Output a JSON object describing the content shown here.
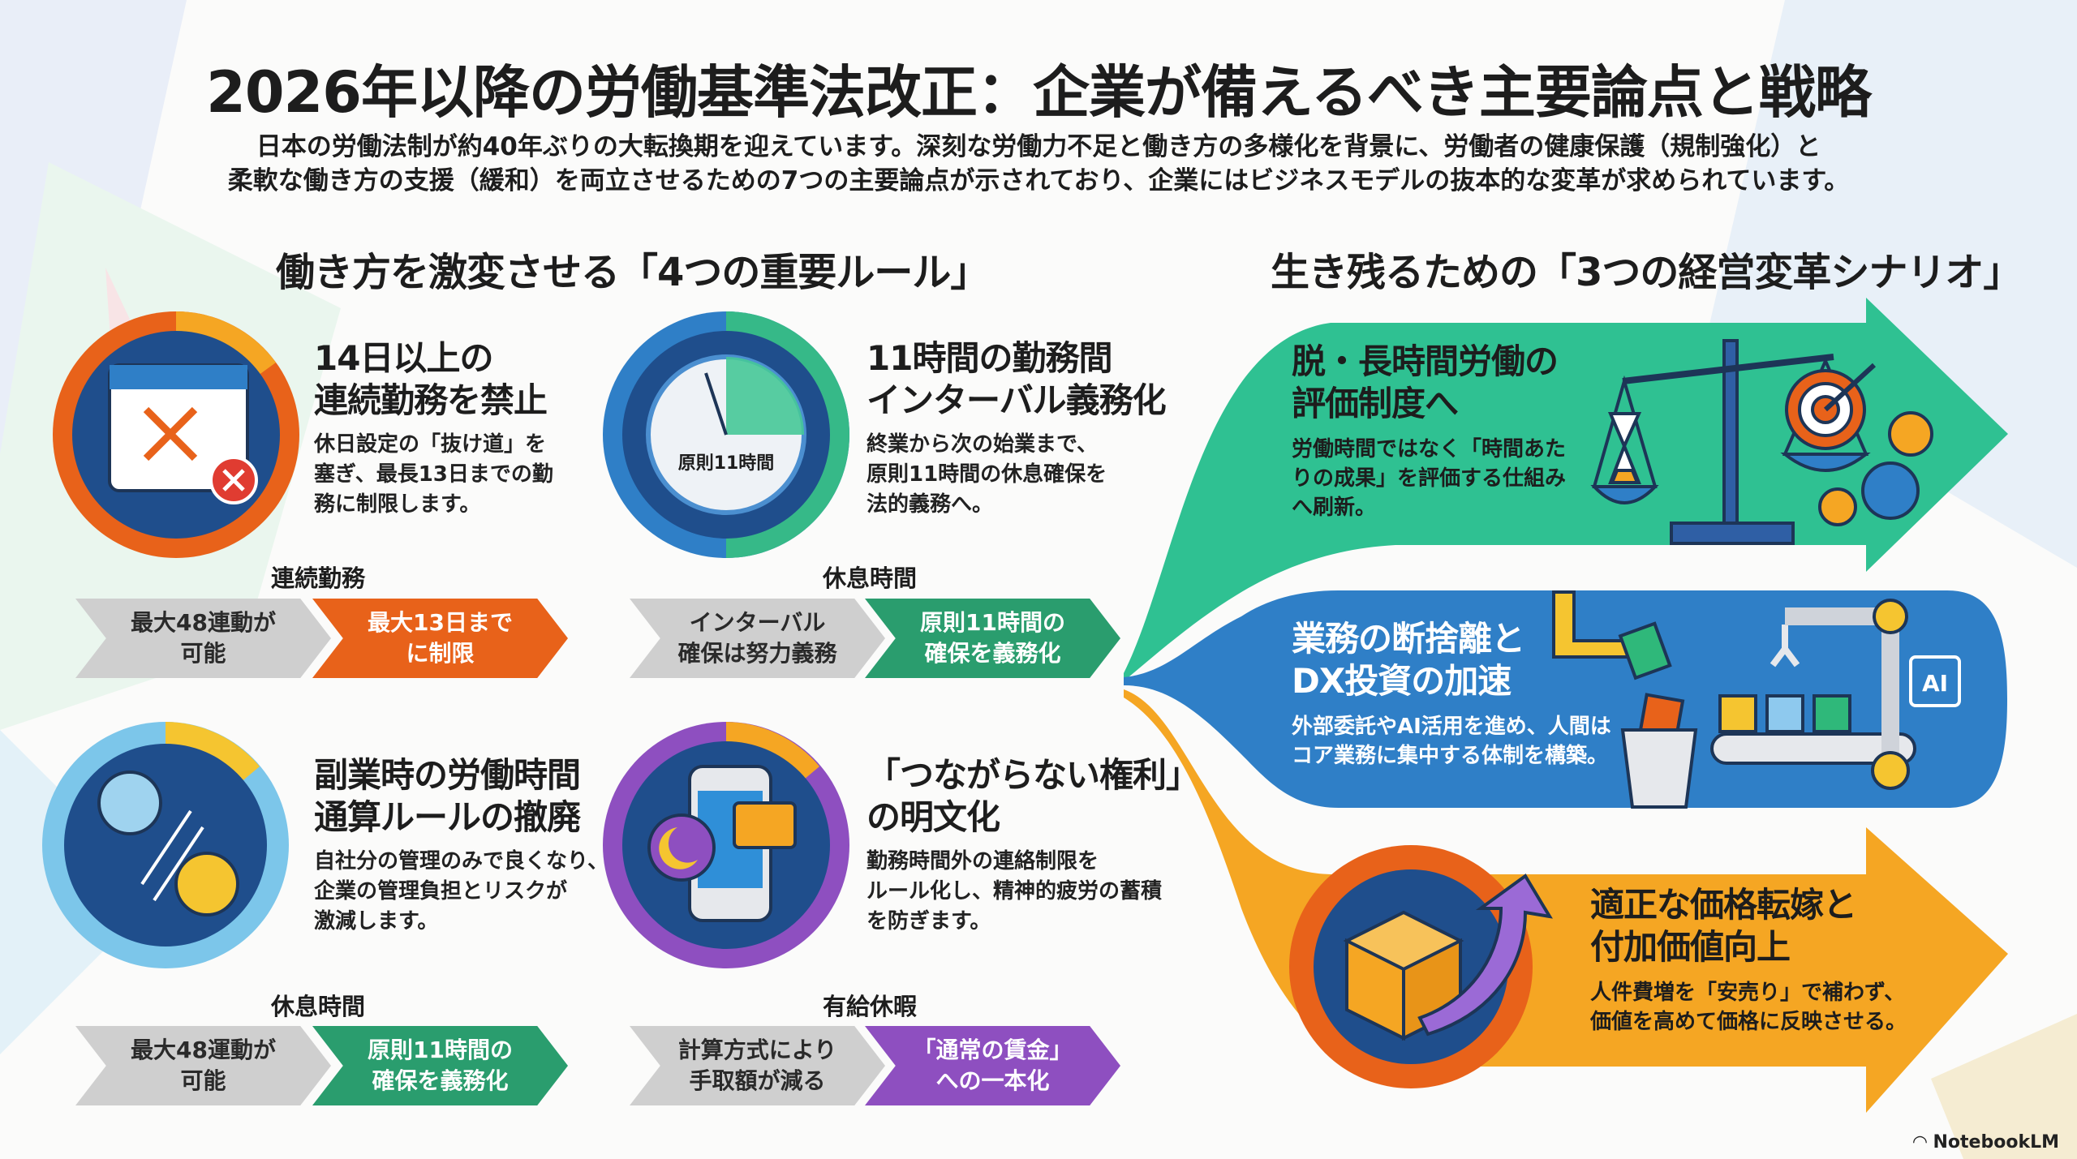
{
  "title": "2026年以降の労働基準法改正：企業が備えるべき主要論点と戦略",
  "subtitle": [
    "日本の労働法制が約40年ぶりの大転換期を迎えています。深刻な労働力不足と働き方の多様化を背景に、労働者の健康保護（規制強化）と",
    "柔軟な働き方の支援（緩和）を両立させるための7つの主要論点が示されており、企業にはビジネスモデルの抜本的な変革が求められています。"
  ],
  "left_section": {
    "heading": "働き方を激変させる「4つの重要ルール」",
    "rules": [
      {
        "title": [
          "14日以上の",
          "連続勤務を禁止"
        ],
        "desc": [
          "休日設定の「抜け道」を",
          "塞ぎ、最長13日までの勤",
          "務に制限します。"
        ],
        "icon": "calendar-cross-icon",
        "color": "#e8621a",
        "compare_label": "連続勤務",
        "before": [
          "最大48連動が",
          "可能"
        ],
        "after": [
          "最大13日まで",
          "に制限"
        ]
      },
      {
        "title": [
          "11時間の勤務間",
          "インターバル義務化"
        ],
        "desc": [
          "終業から次の始業まで、",
          "原則11時間の休息確保を",
          "法的義務へ。"
        ],
        "icon": "clock-icon",
        "clock_label": "原則11時間",
        "color": "#2a9d6e",
        "compare_label": "休息時間",
        "before": [
          "インターバル",
          "確保は努力義務"
        ],
        "after": [
          "原則11時間の",
          "確保を義務化"
        ]
      },
      {
        "title": [
          "副業時の労働時間",
          "通算ルールの撤廃"
        ],
        "desc": [
          "自社分の管理のみで良くなり、",
          "企業の管理負担とリスクが",
          "激減します。"
        ],
        "icon": "users-exchange-icon",
        "color": "#2a9d6e",
        "compare_label": "休息時間",
        "before": [
          "最大48運動が",
          "可能"
        ],
        "after": [
          "原則11時間の",
          "確保を義務化"
        ]
      },
      {
        "title": [
          "「つながらない権利」",
          "の明文化"
        ],
        "desc": [
          "勤務時間外の連絡制限を",
          "ルール化し、精神的疲労の蓄積",
          "を防ぎます。"
        ],
        "icon": "phone-moon-chat-icon",
        "color": "#8e4fc0",
        "compare_label": "有給休暇",
        "before": [
          "計算方式により",
          "手取額が減る"
        ],
        "after": [
          "「通常の賃金」",
          "への一本化"
        ]
      }
    ]
  },
  "right_section": {
    "heading": "生き残るための「3つの経営変革シナリオ」",
    "scenarios": [
      {
        "title": [
          "脱・長時間労働の",
          "評価制度へ"
        ],
        "desc": [
          "労働時間ではなく「時間あた",
          "りの成果」を評価する仕組み",
          "へ刷新。"
        ],
        "color": "#2fc192",
        "icon": "scale-hourglass-target-icon"
      },
      {
        "title": [
          "業務の断捨離と",
          "DX投資の加速"
        ],
        "desc": [
          "外部委託やAI活用を進め、人間は",
          "コア業務に集中する体制を構築。"
        ],
        "color": "#2f7fc7",
        "icon": "robot-arm-conveyor-icon",
        "ai_label": "AI"
      },
      {
        "title": [
          "適正な価格転嫁と",
          "付加価値向上"
        ],
        "desc": [
          "人件費増を「安売り」で補わず、",
          "価値を高めて価格に反映させる。"
        ],
        "color": "#f5a623",
        "icon": "box-arrow-up-icon"
      }
    ]
  },
  "brand": "NotebookLM"
}
